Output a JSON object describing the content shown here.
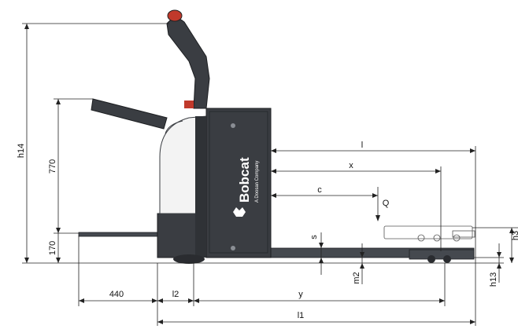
{
  "brand": {
    "name": "Bobcat",
    "tagline": "A Doosan Company"
  },
  "colors": {
    "body": "#3a3d42",
    "cover": "#f3f3f3",
    "accent_red": "#c0392b",
    "line": "#222222"
  },
  "labels": {
    "h14": "h14",
    "dim_770": "770",
    "dim_170": "170",
    "dim_440": "440",
    "l2": "l2",
    "y": "y",
    "l1": "l1",
    "l": "l",
    "x": "x",
    "c": "c",
    "Q": "Q",
    "s": "s",
    "m2": "m2",
    "h13": "h13",
    "h3": "h3"
  }
}
